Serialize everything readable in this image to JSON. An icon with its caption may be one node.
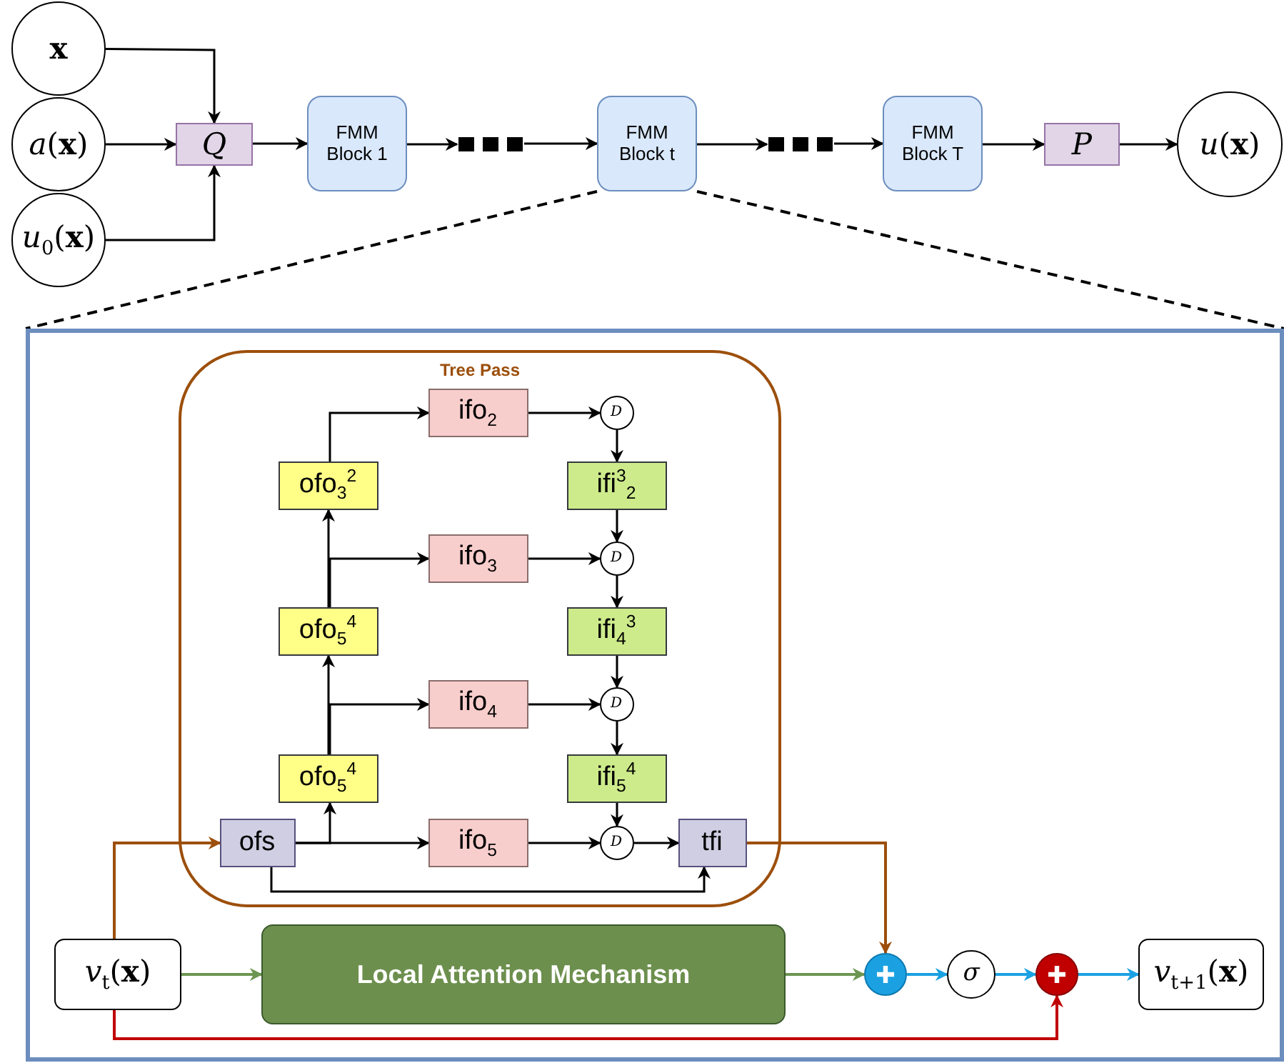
{
  "diagram": {
    "nodes": [
      {
        "text": [
          "x"
        ]
      },
      {
        "text": [
          "*a*(**x**)"
        ]
      },
      {
        "text": [
          "*u*$_{0}$(**x**)"
        ]
      },
      {
        "text": [
          "Q"
        ]
      },
      {
        "text": [
          "FMM Block 1"
        ]
      },
      {
        "text": [],
        "shape": "box"
      },
      {
        "text": [
          "FMM Block t"
        ]
      },
      {
        "text": [],
        "shape": "box"
      },
      {
        "text": [
          "FMM Block T"
        ]
      },
      {
        "text": [
          "P"
        ]
      },
      {
        "text": [
          "*u*(**x**)"
        ]
      },
      {
        "text": [],
        "shape": "box"
      },
      {
        "text": [
          "Tree Pass"
        ],
        "in": 11
      },
      {
        "text": [
          "ifo$_{2}$"
        ],
        "in": 12
      },
      {
        "text": [
          "D"
        ],
        "in": 12
      },
      {
        "text": [
          "ofo$_{3}$$^{2}$"
        ],
        "in": 12
      },
      {
        "text": [
          "ifi$^{3}$$_{2}$"
        ],
        "in": 12
      },
      {
        "text": [
          "ifo$_{3}$"
        ],
        "in": 12
      },
      {
        "text": [
          "D"
        ],
        "in": 12
      },
      {
        "text": [
          "ofo$_{5}$$^{4}$"
        ],
        "in": 12
      },
      {
        "text": [
          "ifi$_{4}$$^{3}$"
        ],
        "in": 12
      },
      {
        "text": [
          "ifo$_{4}$"
        ],
        "in": 12
      },
      {
        "text": [
          "D"
        ],
        "in": 12
      },
      {
        "text": [
          "ofo$_{5}$$^{4}$"
        ],
        "in": 12
      },
      {
        "text": [
          "ifi$_{5}$$^{4}$"
        ],
        "in": 12
      },
      {
        "text": [
          "ofs"
        ],
        "in": 12
      },
      {
        "text": [
          "ifo$_{5}$"
        ],
        "in": 12
      },
      {
        "text": [
          "D"
        ],
        "in": 12
      },
      {
        "text": [
          "tfi"
        ],
        "in": 12
      },
      {
        "text": [
          "*v*$_{t}$(**x**)"
        ],
        "in": 11
      },
      {
        "text": [
          "Local Attention Mechanism"
        ],
        "in": 11
      },
      {
        "text": [],
        "shape": "circle",
        "in": 11
      },
      {
        "text": [
          "σ"
        ],
        "in": 11
      },
      {
        "text": [],
        "shape": "circle",
        "in": 11
      },
      {
        "text": [
          "*v*$_{t+1}$(**x**)"
        ],
        "in": 11
      }
    ],
    "edges": [
      {
        "from": 0,
        "to": 3,
        "arrow": "to"
      },
      {
        "from": 1,
        "to": 3,
        "arrow": "to"
      },
      {
        "from": 2,
        "to": 3,
        "arrow": "to"
      },
      {
        "from": 3,
        "to": 4,
        "arrow": "to"
      },
      {
        "from": 4,
        "to": 5,
        "arrow": "to"
      },
      {
        "from": 5,
        "to": 6,
        "arrow": "to"
      },
      {
        "from": 6,
        "to": 7,
        "arrow": "to"
      },
      {
        "from": 7,
        "to": 8,
        "arrow": "to"
      },
      {
        "from": 8,
        "to": 9,
        "arrow": "to"
      },
      {
        "from": 9,
        "to": 10,
        "arrow": "to"
      },
      {
        "from": 25,
        "to": 23,
        "arrow": "to"
      },
      {
        "from": 25,
        "to": 26,
        "arrow": "to"
      },
      {
        "from": 25,
        "to": 28,
        "arrow": "to"
      },
      {
        "from": 23,
        "to": 19,
        "arrow": "to"
      },
      {
        "from": 23,
        "to": 21,
        "arrow": "to"
      },
      {
        "from": 19,
        "to": 15,
        "arrow": "to"
      },
      {
        "from": 19,
        "to": 17,
        "arrow": "to"
      },
      {
        "from": 15,
        "to": 13,
        "arrow": "to"
      },
      {
        "from": 13,
        "to": 14,
        "arrow": "to"
      },
      {
        "from": 14,
        "to": 16,
        "arrow": "to"
      },
      {
        "from": 16,
        "to": 18,
        "arrow": "to"
      },
      {
        "from": 17,
        "to": 18,
        "arrow": "to"
      },
      {
        "from": 18,
        "to": 20,
        "arrow": "to"
      },
      {
        "from": 20,
        "to": 22,
        "arrow": "to"
      },
      {
        "from": 21,
        "to": 22,
        "arrow": "to"
      },
      {
        "from": 22,
        "to": 24,
        "arrow": "to"
      },
      {
        "from": 24,
        "to": 27,
        "arrow": "to"
      },
      {
        "from": 26,
        "to": 27,
        "arrow": "to"
      },
      {
        "from": 27,
        "to": 28,
        "arrow": "to"
      },
      {
        "from": 29,
        "to": 25,
        "arrow": "to",
        "color": "#9c4f0b"
      },
      {
        "from": 28,
        "to": 31,
        "arrow": "to",
        "color": "#9c4f0b"
      },
      {
        "from": 29,
        "to": 30,
        "arrow": "to",
        "color": "#6d9651"
      },
      {
        "from": 30,
        "to": 31,
        "arrow": "to",
        "color": "#6d9651"
      },
      {
        "from": 31,
        "to": 32,
        "arrow": "to",
        "color": "#1ba1e2"
      },
      {
        "from": 32,
        "to": 33,
        "arrow": "to",
        "color": "#1ba1e2"
      },
      {
        "from": 33,
        "to": 34,
        "arrow": "to",
        "color": "#1ba1e2"
      },
      {
        "from": 29,
        "to": 33,
        "arrow": "to",
        "color": "#c00000"
      },
      {
        "from": 6,
        "to": 11,
        "arrow": "none",
        "style": "dashed"
      },
      {
        "from": 6,
        "to": 11,
        "arrow": "none",
        "style": "dashed"
      }
    ]
  }
}
